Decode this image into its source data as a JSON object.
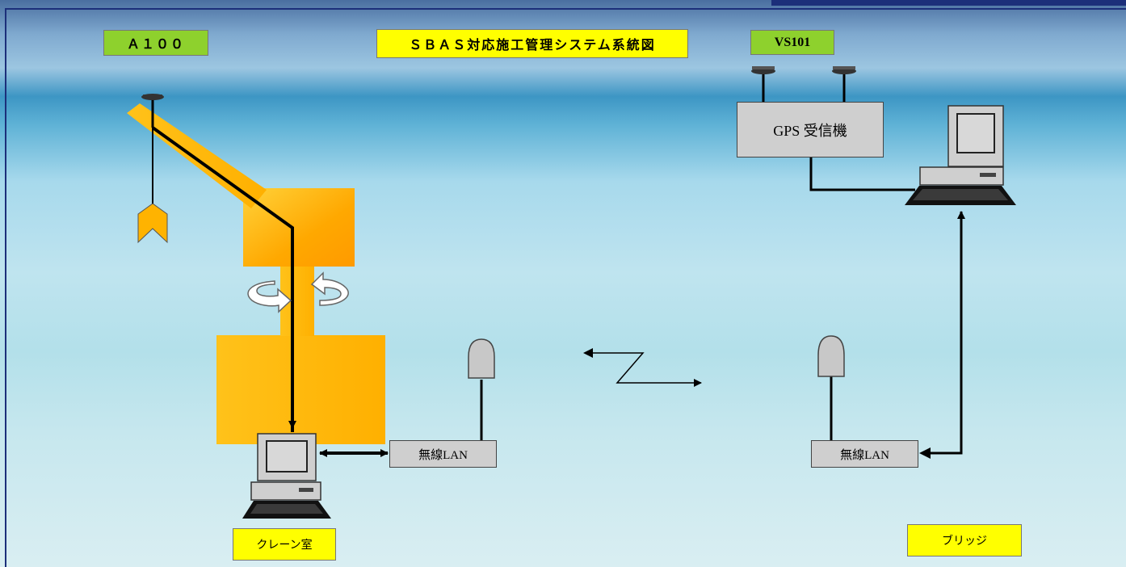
{
  "labels": {
    "a100": "Ａ１００",
    "title": "ＳＢＡＳ対応施工管理システム系統図",
    "vs101": "VS101",
    "gps_receiver": "GPS 受信機",
    "wlan_left": "無線LAN",
    "wlan_right": "無線LAN",
    "crane_room": "クレーン室",
    "bridge": "ブリッジ"
  },
  "colors": {
    "label_green": "#8ed12d",
    "label_yellow": "#ffff00",
    "crane_orange": "#ffb300",
    "equipment_gray": "#cfcfcf"
  }
}
